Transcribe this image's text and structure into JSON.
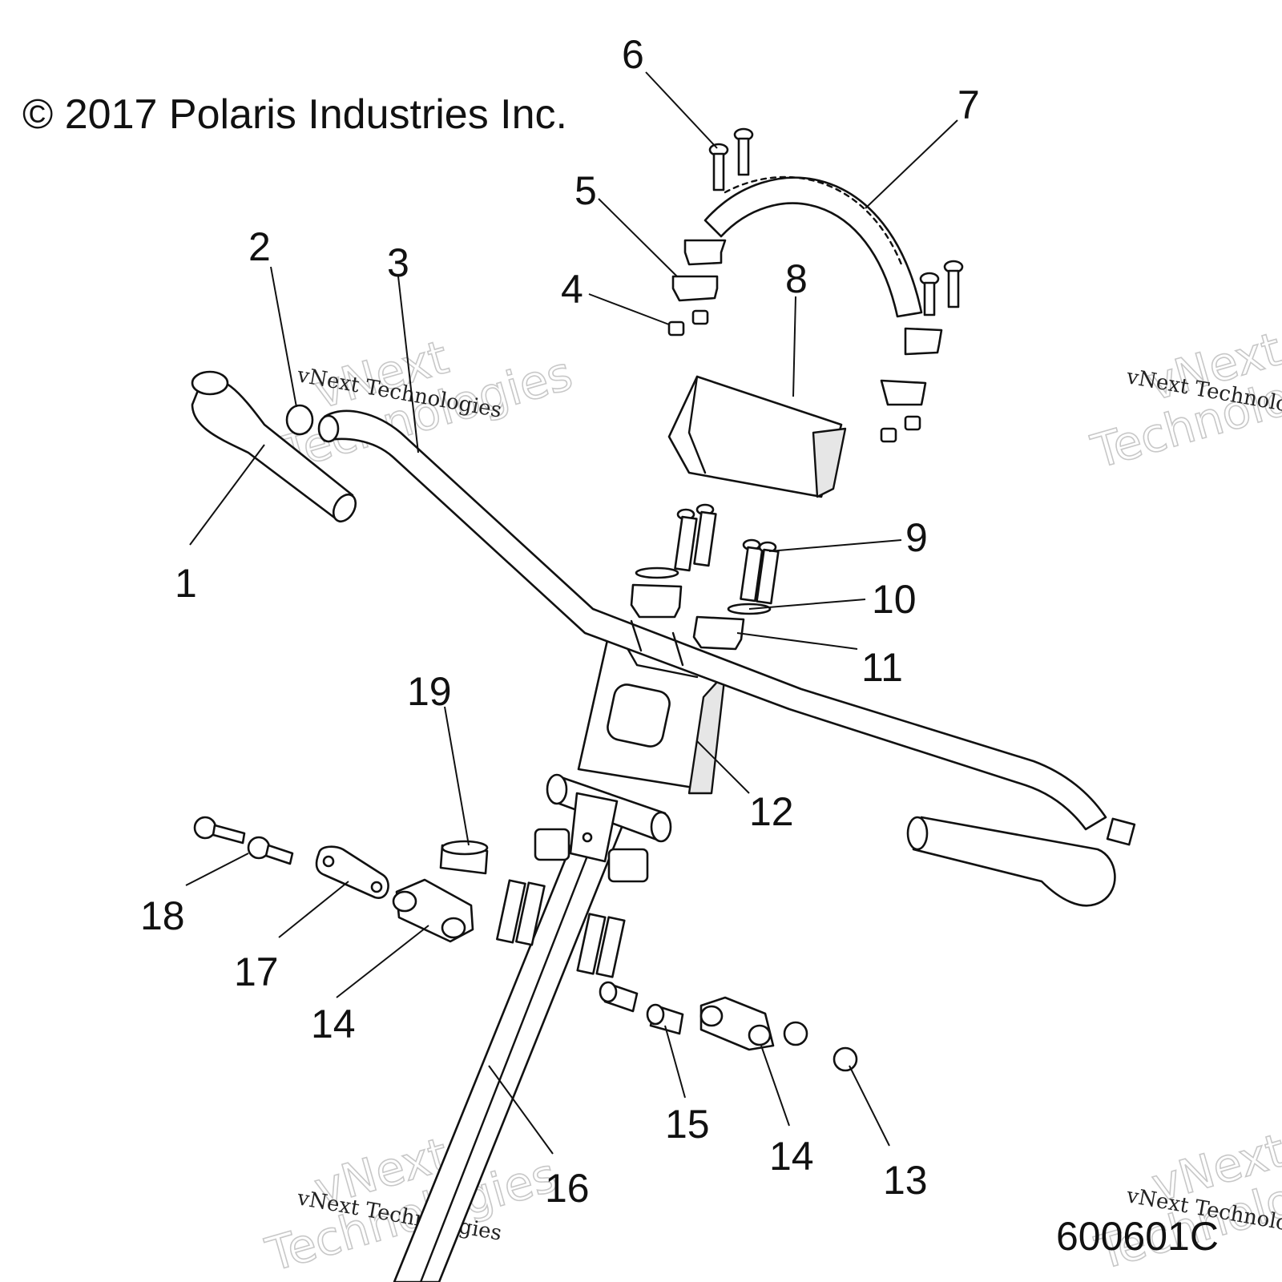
{
  "copyright": "© 2017 Polaris Industries Inc.",
  "diagram_number": "600601C",
  "watermark": {
    "small_text": "vNext Technologies",
    "big_line1": "vNext",
    "big_line2": "Technologies"
  },
  "callouts": [
    {
      "label": "1"
    },
    {
      "label": "2"
    },
    {
      "label": "3"
    },
    {
      "label": "4"
    },
    {
      "label": "5"
    },
    {
      "label": "6"
    },
    {
      "label": "7"
    },
    {
      "label": "8"
    },
    {
      "label": "9"
    },
    {
      "label": "10"
    },
    {
      "label": "11"
    },
    {
      "label": "12"
    },
    {
      "label": "13"
    },
    {
      "label": "14"
    },
    {
      "label": "14"
    },
    {
      "label": "15"
    },
    {
      "label": "16"
    },
    {
      "label": "17"
    },
    {
      "label": "18"
    },
    {
      "label": "19"
    }
  ]
}
